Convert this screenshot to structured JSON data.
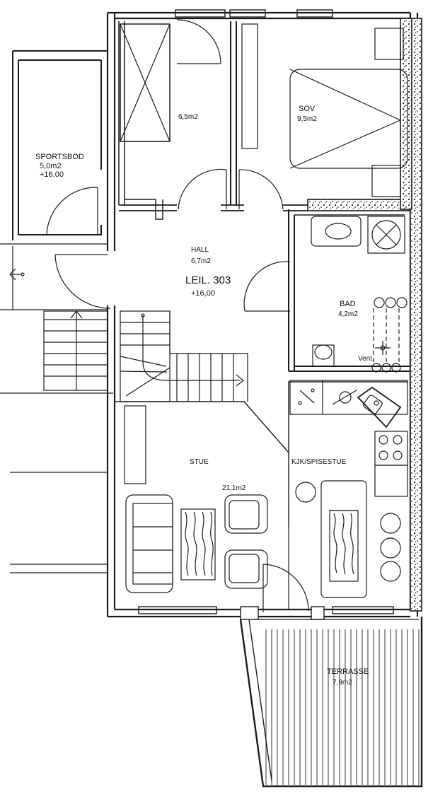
{
  "unit": {
    "id": "LEIL. 303",
    "level": "+16,00"
  },
  "rooms": {
    "sportsbod": {
      "name": "SPORTSBOD",
      "area": "5,0m2",
      "level": "+16,00"
    },
    "storage": {
      "area": "6,5m2"
    },
    "sov": {
      "name": "SOV",
      "area": "9,5m2"
    },
    "hall": {
      "name": "HALL",
      "area": "6,7m2"
    },
    "bad": {
      "name": "BAD",
      "area": "4,2m2",
      "vent": "Vent."
    },
    "stue": {
      "name": "STUE",
      "area": "21,1m2"
    },
    "kjokken": {
      "name": "KJK/SPISESTUE"
    },
    "terrasse": {
      "name": "TERRASSE",
      "area": "7,9m2"
    }
  }
}
